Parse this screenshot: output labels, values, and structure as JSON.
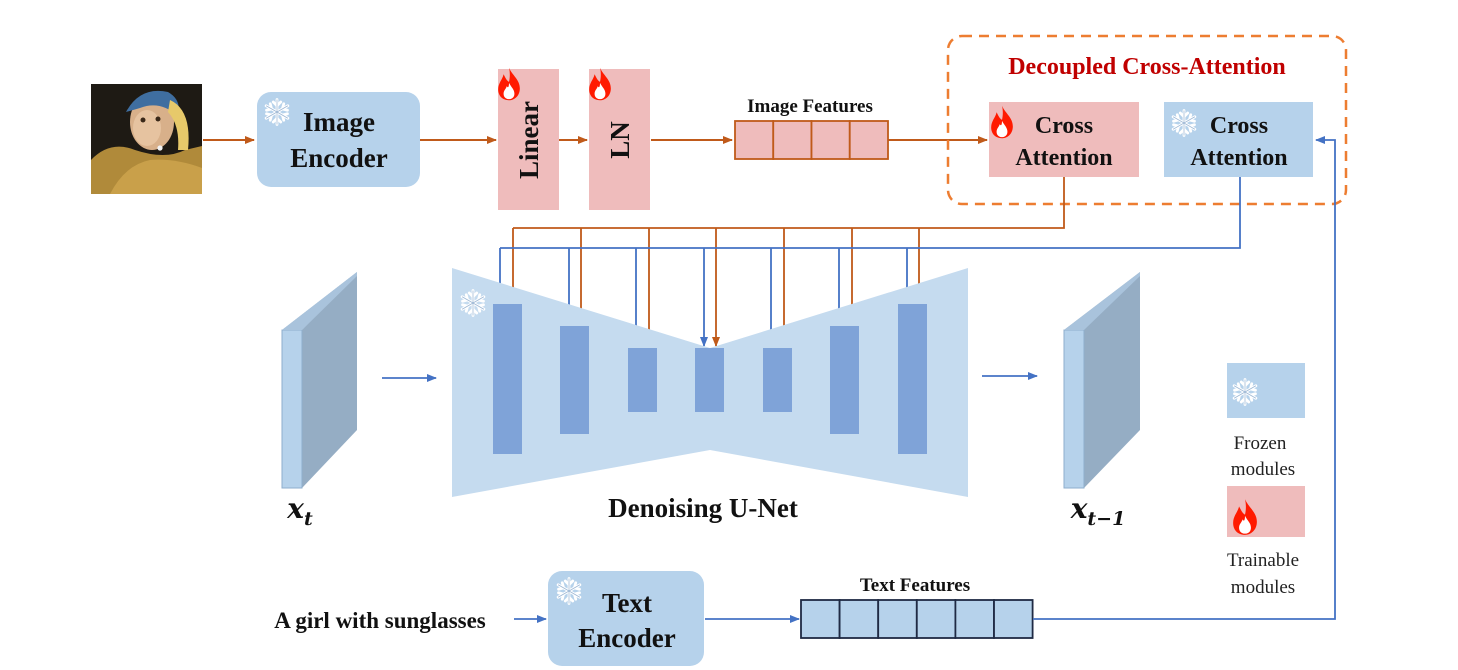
{
  "colors": {
    "frozen_fill": "#b6d2eb",
    "trainable_fill": "#efbcbc",
    "orange_line": "#c05a1a",
    "blue_line": "#4472c4",
    "title_red": "#c00000",
    "dashed_border": "#ed7d31",
    "unet_fill": "#c5dbef",
    "unet_block": "#7fa3d8"
  },
  "icons": {
    "frozen": "snowflake-icon",
    "trainable": "flame-icon"
  },
  "image_encoder": {
    "line1": "Image",
    "line2": "Encoder"
  },
  "linear": {
    "label": "Linear"
  },
  "ln": {
    "label": "LN"
  },
  "image_features": {
    "label": "Image Features",
    "cells": 4
  },
  "decoupled": {
    "title": "Decoupled Cross-Attention"
  },
  "cross_attention_trainable": {
    "line1": "Cross",
    "line2": "Attention"
  },
  "cross_attention_frozen": {
    "line1": "Cross",
    "line2": "Attention"
  },
  "unet": {
    "label": "Denoising U-Net"
  },
  "latent_in": {
    "label": "x",
    "sub": "t"
  },
  "latent_out": {
    "label": "x",
    "sub": "t−1"
  },
  "text_prompt": {
    "label": "A girl with sunglasses"
  },
  "text_encoder": {
    "line1": "Text",
    "line2": "Encoder"
  },
  "text_features": {
    "label": "Text Features",
    "cells": 6
  },
  "legend": {
    "frozen": {
      "line1": "Frozen",
      "line2": "modules"
    },
    "trainable": {
      "line1": "Trainable",
      "line2": "modules"
    }
  }
}
